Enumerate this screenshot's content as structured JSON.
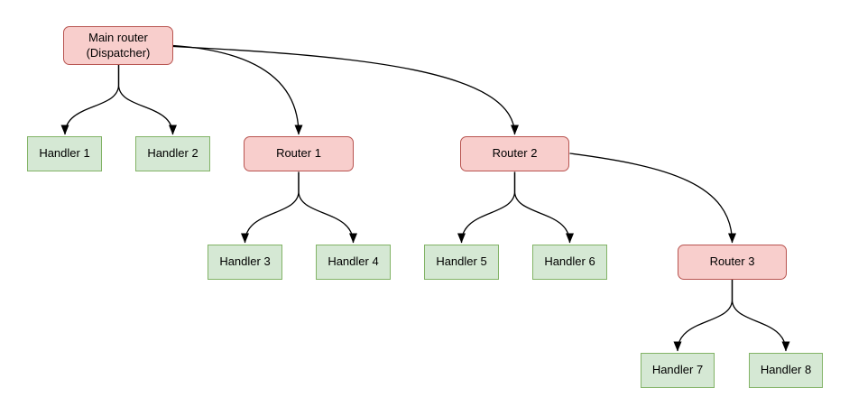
{
  "diagram": {
    "type": "flowchart-tree",
    "background": "#ffffff",
    "styles": {
      "router": {
        "fill": "#f8cecc",
        "border": "#b85450",
        "text": "#000000"
      },
      "handler": {
        "fill": "#d5e8d4",
        "border": "#82b366",
        "text": "#000000"
      },
      "edge": {
        "stroke": "#000000"
      }
    },
    "nodes": {
      "main_router": {
        "label": "Main router\n(Dispatcher)",
        "type": "router"
      },
      "handler1": {
        "label": "Handler 1",
        "type": "handler"
      },
      "handler2": {
        "label": "Handler 2",
        "type": "handler"
      },
      "router1": {
        "label": "Router 1",
        "type": "router"
      },
      "router2": {
        "label": "Router 2",
        "type": "router"
      },
      "handler3": {
        "label": "Handler 3",
        "type": "handler"
      },
      "handler4": {
        "label": "Handler 4",
        "type": "handler"
      },
      "handler5": {
        "label": "Handler 5",
        "type": "handler"
      },
      "handler6": {
        "label": "Handler 6",
        "type": "handler"
      },
      "router3": {
        "label": "Router 3",
        "type": "router"
      },
      "handler7": {
        "label": "Handler 7",
        "type": "handler"
      },
      "handler8": {
        "label": "Handler 8",
        "type": "handler"
      }
    },
    "edges": [
      {
        "from": "Main router (Dispatcher)",
        "to": "Handler 1"
      },
      {
        "from": "Main router (Dispatcher)",
        "to": "Handler 2"
      },
      {
        "from": "Main router (Dispatcher)",
        "to": "Router 1"
      },
      {
        "from": "Main router (Dispatcher)",
        "to": "Router 2"
      },
      {
        "from": "Router 1",
        "to": "Handler 3"
      },
      {
        "from": "Router 1",
        "to": "Handler 4"
      },
      {
        "from": "Router 2",
        "to": "Handler 5"
      },
      {
        "from": "Router 2",
        "to": "Handler 6"
      },
      {
        "from": "Router 2",
        "to": "Router 3"
      },
      {
        "from": "Router 3",
        "to": "Handler 7"
      },
      {
        "from": "Router 3",
        "to": "Handler 8"
      }
    ]
  }
}
